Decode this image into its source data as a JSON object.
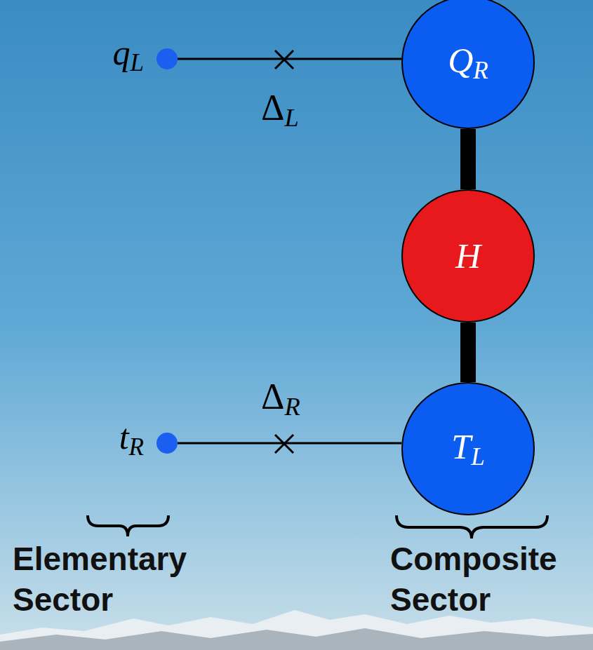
{
  "diagram": {
    "nodes": [
      {
        "text": [
          "qL"
        ]
      },
      {
        "text": [
          "QR"
        ]
      },
      {
        "text": [
          "H"
        ]
      },
      {
        "text": [
          "TL"
        ]
      },
      {
        "text": [
          "tR"
        ]
      }
    ],
    "edges": [
      {
        "from": 0,
        "to": 1,
        "arrow": "none",
        "label": "ΔL"
      },
      {
        "from": 1,
        "to": 2,
        "arrow": "none"
      },
      {
        "from": 2,
        "to": 3,
        "arrow": "none"
      },
      {
        "from": 4,
        "to": 3,
        "arrow": "none",
        "label": "ΔR"
      }
    ],
    "labels": [
      "Elementary Sector",
      "Composite Sector"
    ]
  }
}
